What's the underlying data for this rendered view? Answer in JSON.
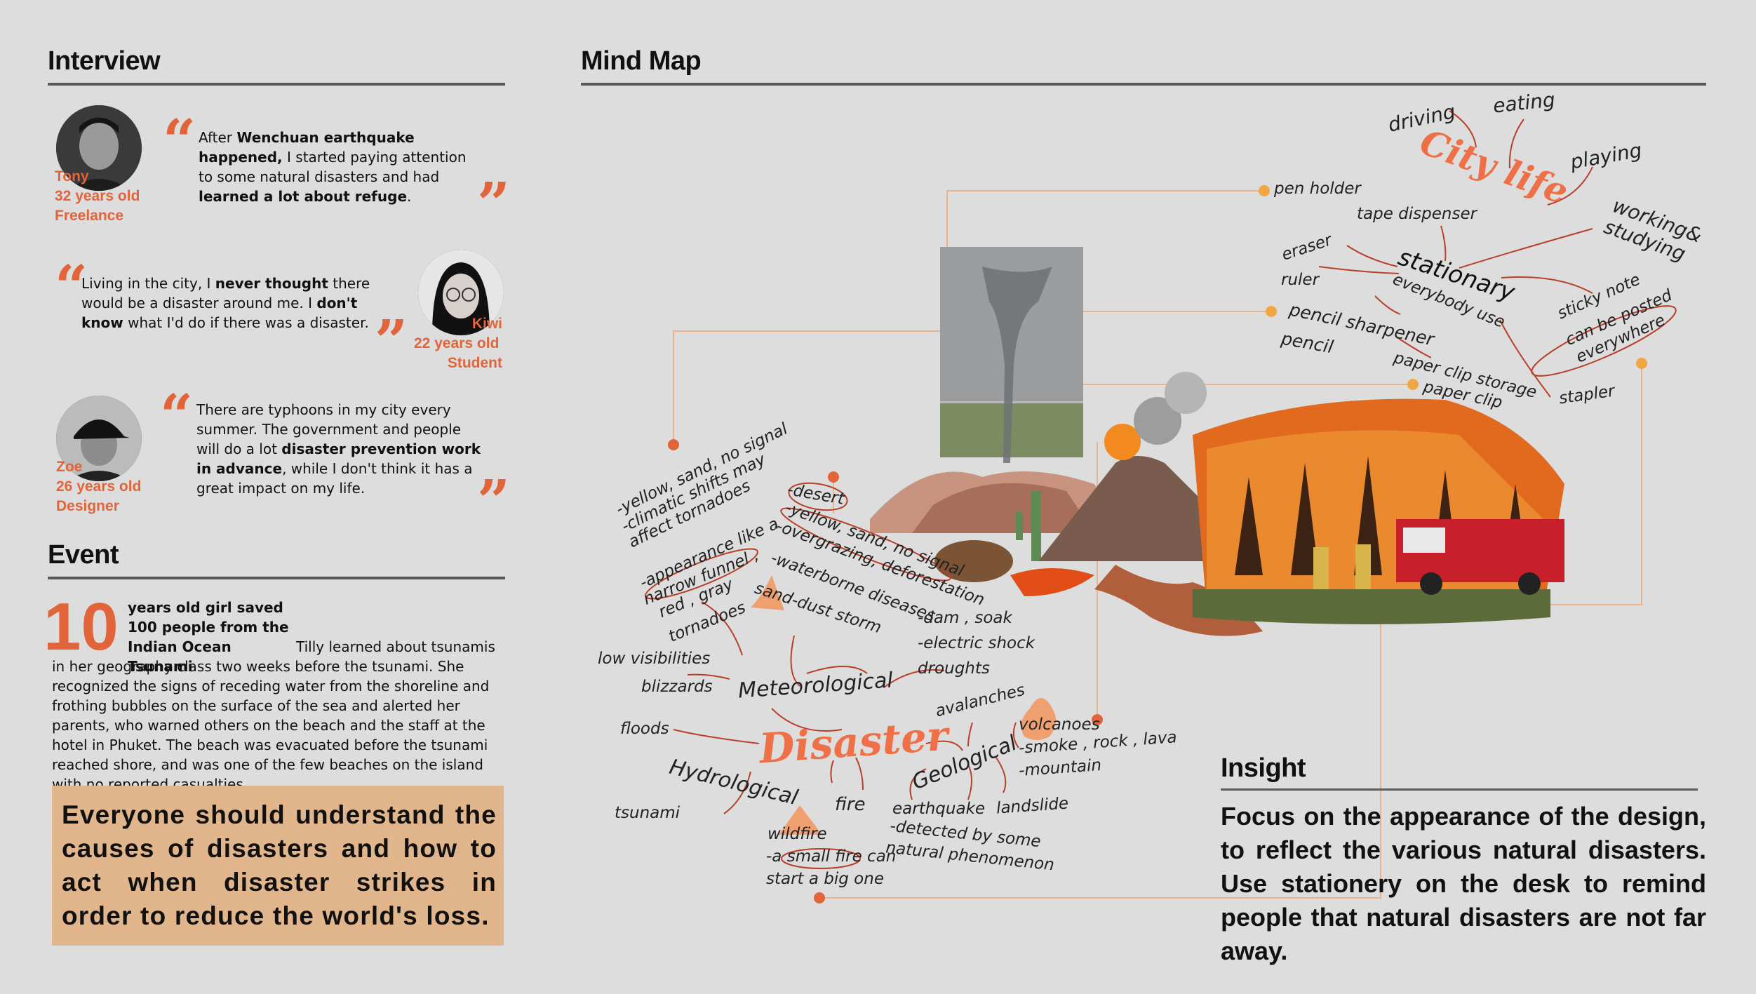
{
  "sections": {
    "interview": "Interview",
    "mind_map": "Mind Map",
    "event": "Event",
    "insight": "Insight"
  },
  "interviews": [
    {
      "name": "Tony",
      "age": "32 years old",
      "job": "Freelance",
      "q1": "After ",
      "q2": "Wenchuan earthquake happened,",
      "q3": " I started paying attention to some natural disasters and had ",
      "q4": "learned a lot about refuge",
      "q5": "."
    },
    {
      "name": "Kiwi",
      "age": "22 years old",
      "job": "Student",
      "q1": "Living in the city, I ",
      "q2": "never thought",
      "q3": " there would be a disaster around me. I ",
      "q4": "don't know",
      "q5": " what I'd do if there was a disaster."
    },
    {
      "name": "Zoe",
      "age": "26 years old",
      "job": "Designer",
      "q1": "There are typhoons in my city every summer. The government and people will do a lot ",
      "q2": "disaster prevention work in advance",
      "q3": ", while I don't think it has a great impact on my life.",
      "q4": "",
      "q5": ""
    }
  ],
  "event": {
    "number": "10",
    "headline": "years old girl saved 100 people from the Indian Ocean Tsunami",
    "body": "Tilly learned about tsunamis in her geography class two weeks before the tsunami. She recognized the signs of receding water from the shoreline and frothing bubbles on the surface of the sea and alerted her parents, who warned others on the beach and the staff at the hotel in Phuket. The beach was evacuated before the tsunami reached shore, and was one of the few beaches on the island with no reported casualties.",
    "callout": "Everyone should understand the causes of disasters and how to act when disaster strikes in order to reduce the world's loss."
  },
  "mindmap": {
    "city_life": "City life",
    "driving": "driving",
    "eating": "eating",
    "playing": "playing",
    "working": "working&",
    "studying": "studying",
    "pen_holder": "pen holder",
    "tape_dispenser": "tape dispenser",
    "eraser": "eraser",
    "ruler": "ruler",
    "stationary": "stationary",
    "everybody_use": "everybody use",
    "pencil_sharpener": "pencil sharpener",
    "pencil": "pencil",
    "paper_clip_storage": "paper clip storage",
    "paper_clip": "paper clip",
    "stapler": "stapler",
    "sticky1": "sticky note",
    "sticky2": "can be posted",
    "sticky3": "everywhere",
    "disaster": "Disaster",
    "meteorological": "Meteorological",
    "hydrological": "Hydrological",
    "geological": "Geological",
    "fire": "fire",
    "floods": "floods",
    "tsunami": "tsunami",
    "low_vis": "low visibilities",
    "blizzards": "blizzards",
    "tor1": "-yellow, sand, no signal",
    "tor2": "-climatic shifts may",
    "tor3": "affect tornadoes",
    "tor4": "-appearance like a",
    "tor5": "narrow funnel ,",
    "tor6": "red , gray",
    "tornadoes": "tornadoes",
    "desert": "-desert",
    "d2": "-yellow, sand, no signal",
    "d3": "-overgrazing, deforestation",
    "d4": "-waterborne diseases",
    "sandstorm": "sand-dust storm",
    "dam": "-dam , soak",
    "shock": "-electric shock",
    "droughts": "droughts",
    "avalanches": "avalanches",
    "volcanoes": "volcanoes",
    "v2": "-smoke , rock , lava",
    "v3": "-mountain",
    "earthquake": "earthquake",
    "eq2": "-detected by some",
    "eq3": "natural phenomenon",
    "landslide": "landslide",
    "wildfire": "wildfire",
    "wf2": "-a small fire can",
    "wf3": "start a big one"
  },
  "insight": {
    "text": "Focus on the appearance of the design, to reflect the various natural disasters. Use stationery on the desk to remind people that natural disasters are not far away."
  },
  "colors": {
    "accent": "#e2643a",
    "callout_bg": "#e2b68c",
    "background": "#dcdddc",
    "rule": "#5a5a5a"
  }
}
